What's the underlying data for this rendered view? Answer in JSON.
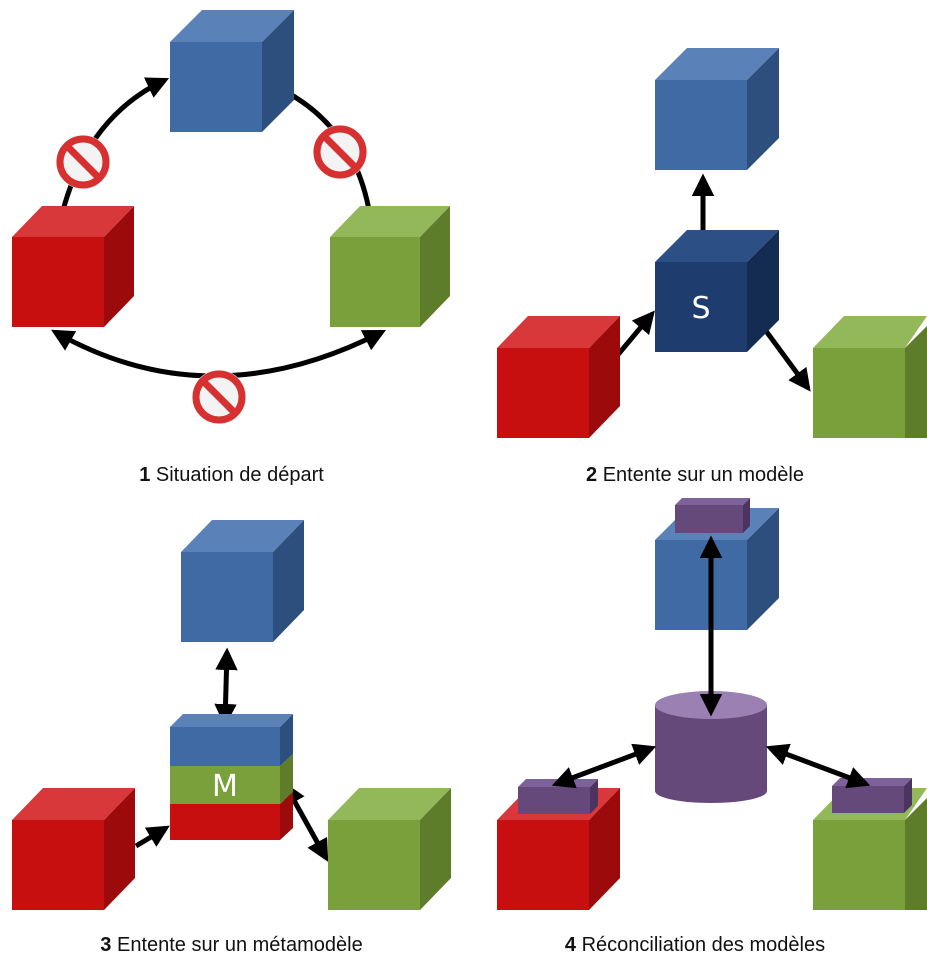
{
  "colors": {
    "blue": "#3f6aa3",
    "red": "#c80f10",
    "green": "#7aa03c",
    "navy": "#1e3c6e",
    "purple": "#65497a",
    "arrow": "#000000",
    "forbidden": "#d63030"
  },
  "panels": [
    {
      "number": "1",
      "caption": "Situation de départ"
    },
    {
      "number": "2",
      "caption": "Entente sur un modèle",
      "hub_label": "S"
    },
    {
      "number": "3",
      "caption": "Entente sur un métamodèle",
      "hub_label": "M"
    },
    {
      "number": "4",
      "caption": "Réconciliation des modèles"
    }
  ],
  "icons": [
    "forbidden-icon"
  ]
}
